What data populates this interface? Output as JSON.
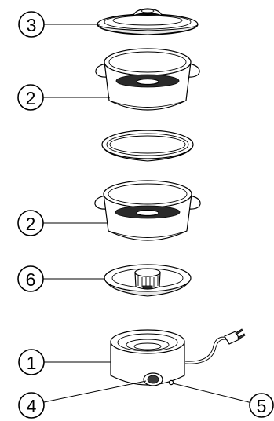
{
  "callouts": [
    {
      "id": "lid",
      "label": "3"
    },
    {
      "id": "upper-steamer-basket",
      "label": "2"
    },
    {
      "id": "lower-steamer-basket",
      "label": "2"
    },
    {
      "id": "tray",
      "label": "6"
    },
    {
      "id": "base",
      "label": "1"
    },
    {
      "id": "switch",
      "label": "4"
    },
    {
      "id": "indicator-light",
      "label": "5"
    }
  ]
}
